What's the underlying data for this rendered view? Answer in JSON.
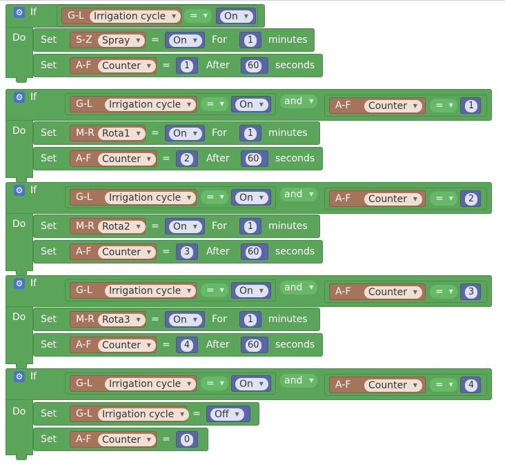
{
  "keywords": {
    "if": "If",
    "do": "Do",
    "set": "Set",
    "for": "For",
    "after": "After",
    "minutes": "minutes",
    "seconds": "seconds",
    "and": "and",
    "eq": "="
  },
  "gear_icon": "gear-icon",
  "blocks": [
    {
      "cond": {
        "dev_prefix": "G-L",
        "dev_name": "Irrigation cycle",
        "op": "=",
        "state": "On"
      },
      "cond2": null,
      "stmts": [
        {
          "dev_prefix": "S-Z",
          "dev_name": "Spray",
          "value_type": "state",
          "value": "On",
          "mod": "For",
          "mod_value": "1",
          "unit": "minutes"
        },
        {
          "dev_prefix": "A-F",
          "dev_name": "Counter",
          "value_type": "num",
          "value": "1",
          "mod": "After",
          "mod_value": "60",
          "unit": "seconds"
        }
      ]
    },
    {
      "cond": {
        "dev_prefix": "G-L",
        "dev_name": "Irrigation cycle",
        "op": "=",
        "state": "On"
      },
      "cond2": {
        "logic": "and",
        "dev_prefix": "A-F",
        "dev_name": "Counter",
        "op": "=",
        "value": "1"
      },
      "stmts": [
        {
          "dev_prefix": "M-R",
          "dev_name": "Rota1",
          "value_type": "state",
          "value": "On",
          "mod": "For",
          "mod_value": "1",
          "unit": "minutes"
        },
        {
          "dev_prefix": "A-F",
          "dev_name": "Counter",
          "value_type": "num",
          "value": "2",
          "mod": "After",
          "mod_value": "60",
          "unit": "seconds"
        }
      ]
    },
    {
      "cond": {
        "dev_prefix": "G-L",
        "dev_name": "Irrigation cycle",
        "op": "=",
        "state": "On"
      },
      "cond2": {
        "logic": "and",
        "dev_prefix": "A-F",
        "dev_name": "Counter",
        "op": "=",
        "value": "2"
      },
      "stmts": [
        {
          "dev_prefix": "M-R",
          "dev_name": "Rota2",
          "value_type": "state",
          "value": "On",
          "mod": "For",
          "mod_value": "1",
          "unit": "minutes"
        },
        {
          "dev_prefix": "A-F",
          "dev_name": "Counter",
          "value_type": "num",
          "value": "3",
          "mod": "After",
          "mod_value": "60",
          "unit": "seconds"
        }
      ]
    },
    {
      "cond": {
        "dev_prefix": "G-L",
        "dev_name": "Irrigation cycle",
        "op": "=",
        "state": "On"
      },
      "cond2": {
        "logic": "and",
        "dev_prefix": "A-F",
        "dev_name": "Counter",
        "op": "=",
        "value": "3"
      },
      "stmts": [
        {
          "dev_prefix": "M-R",
          "dev_name": "Rota3",
          "value_type": "state",
          "value": "On",
          "mod": "For",
          "mod_value": "1",
          "unit": "minutes"
        },
        {
          "dev_prefix": "A-F",
          "dev_name": "Counter",
          "value_type": "num",
          "value": "4",
          "mod": "After",
          "mod_value": "60",
          "unit": "seconds"
        }
      ]
    },
    {
      "cond": {
        "dev_prefix": "G-L",
        "dev_name": "Irrigation cycle",
        "op": "=",
        "state": "On"
      },
      "cond2": {
        "logic": "and",
        "dev_prefix": "A-F",
        "dev_name": "Counter",
        "op": "=",
        "value": "4"
      },
      "stmts": [
        {
          "dev_prefix": "G-L",
          "dev_name": "Irrigation cycle",
          "value_type": "state",
          "value": "Off",
          "mod": null,
          "mod_value": null,
          "unit": null
        },
        {
          "dev_prefix": "A-F",
          "dev_name": "Counter",
          "value_type": "num",
          "value": "0",
          "mod": null,
          "mod_value": null,
          "unit": null
        }
      ]
    }
  ],
  "colors": {
    "logic": "#5ba55b",
    "device": "#a5745b",
    "state": "#5b67a5",
    "gear": "#4a72c9"
  }
}
